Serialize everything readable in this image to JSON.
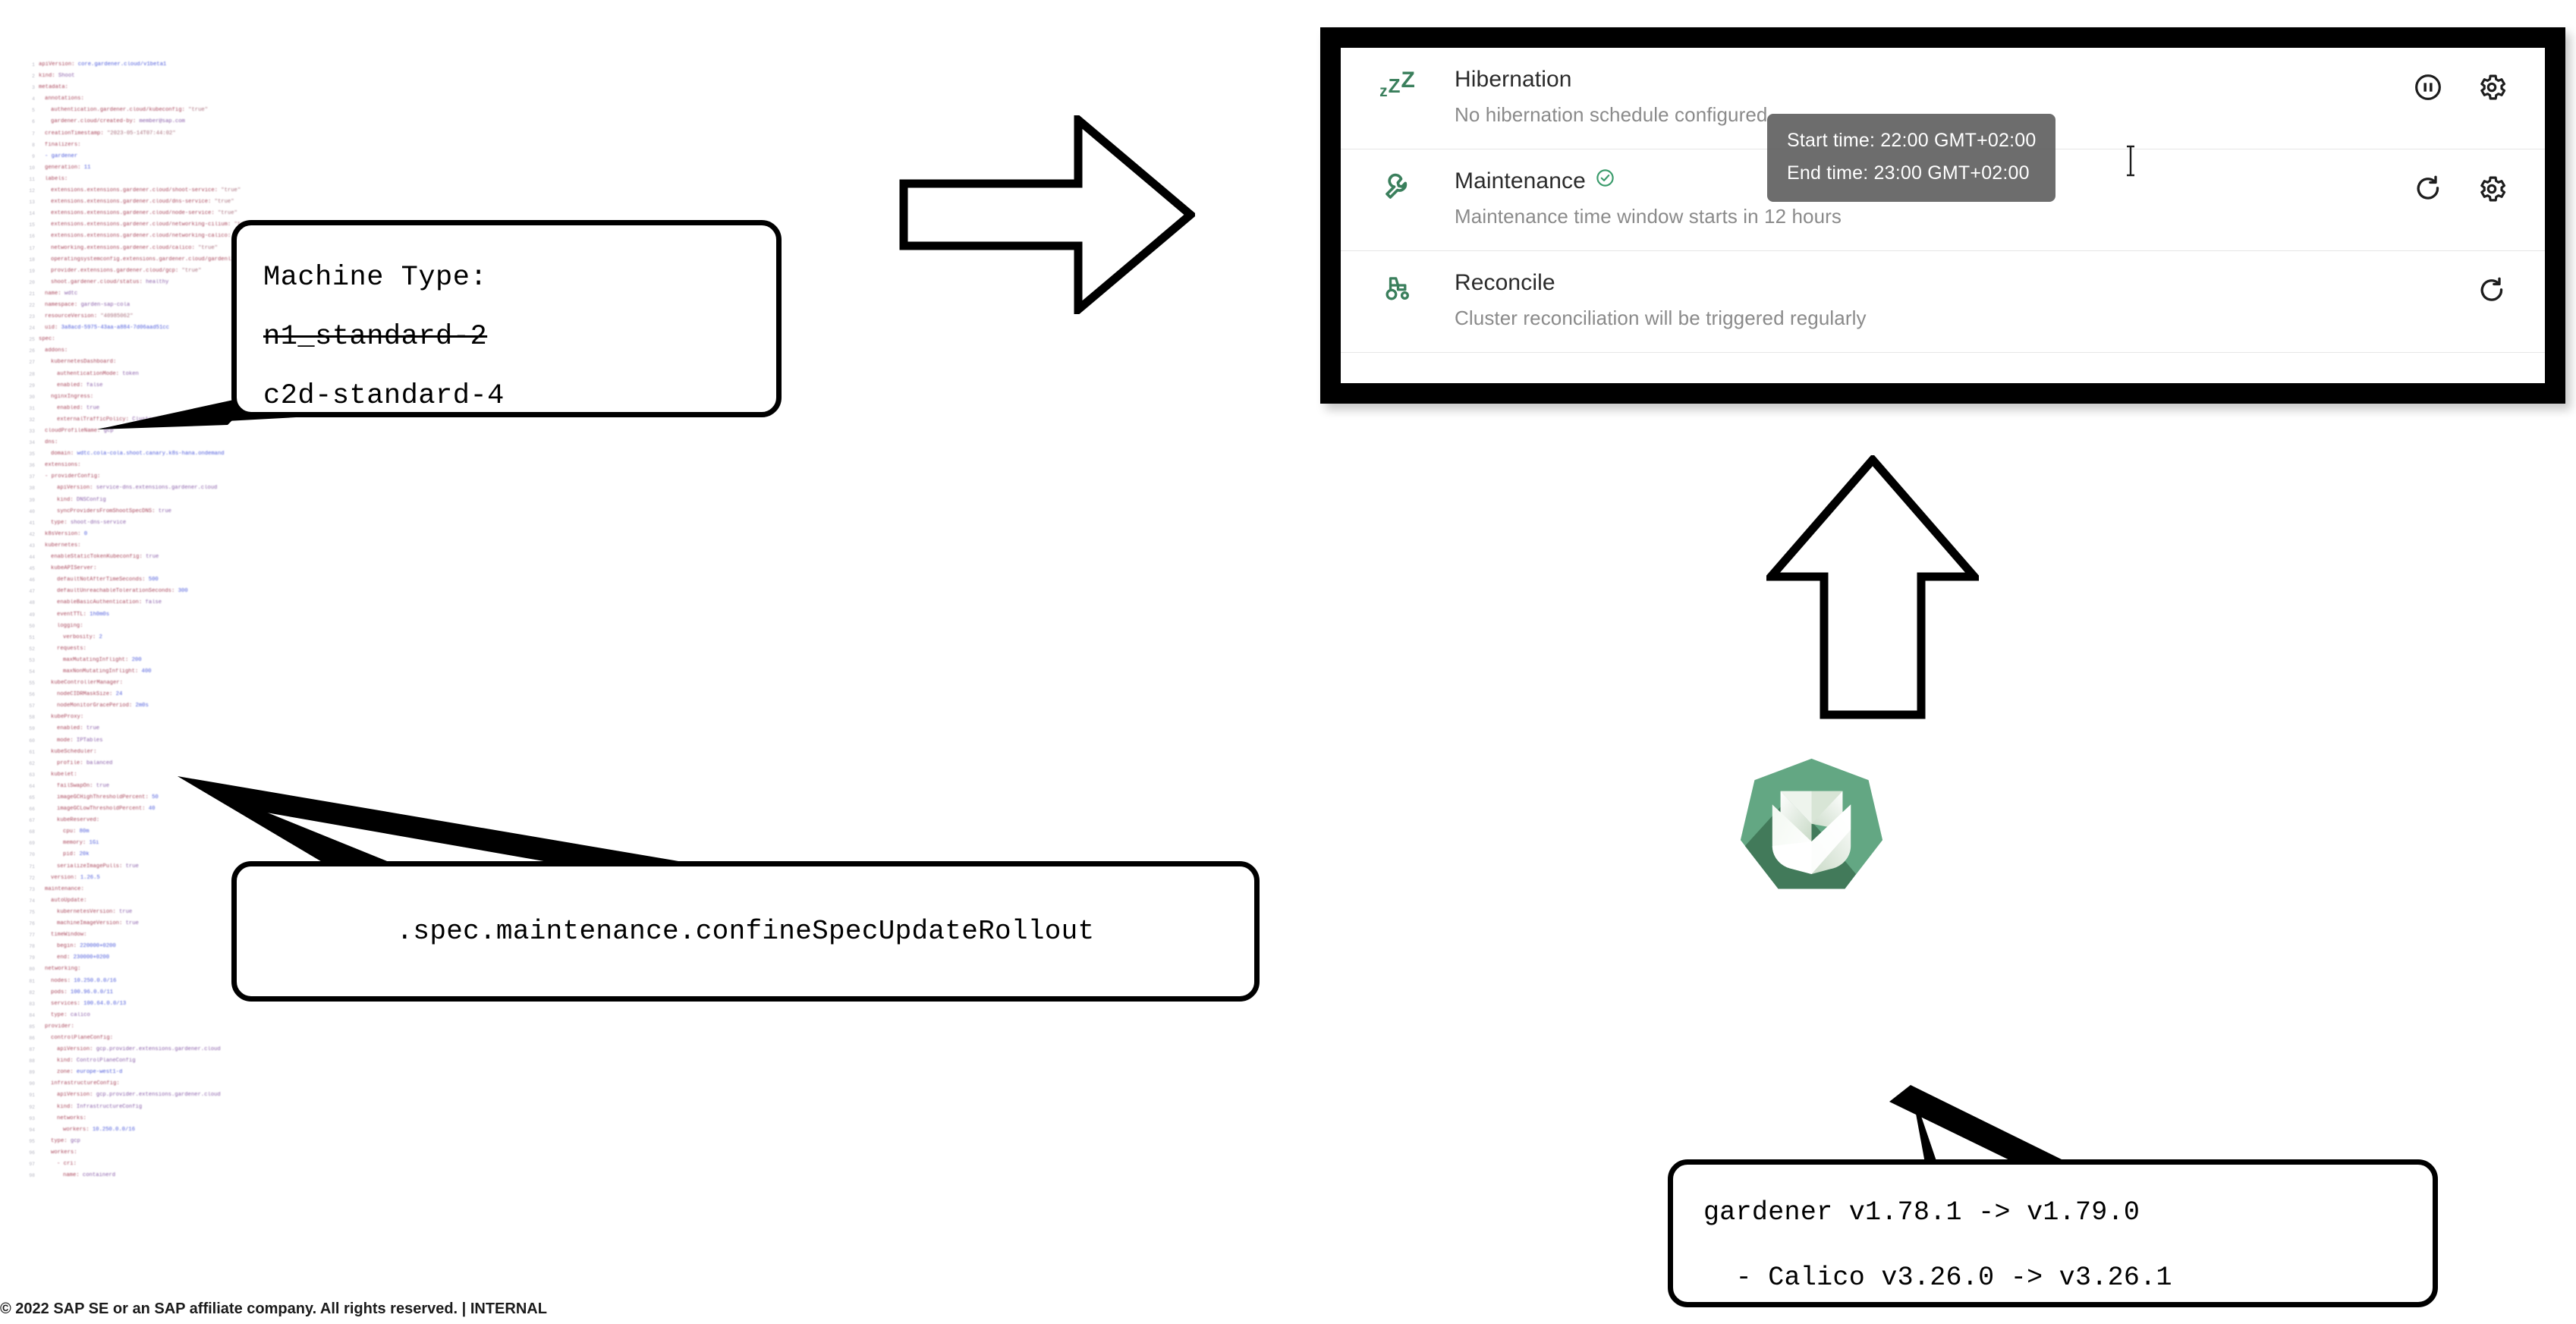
{
  "footer": {
    "text": "© 2022 SAP SE or an SAP affiliate company. All rights reserved.  |  INTERNAL"
  },
  "callouts": {
    "machine_type": {
      "title": "Machine Type:",
      "old_value": "n1_standard-2",
      "new_value": "c2d-standard-4"
    },
    "confine_spec": {
      "path": ".spec.maintenance.confineSpecUpdateRollout"
    },
    "versions": {
      "line1": "gardener v1.78.1 -> v1.79.0",
      "line2": "  - Calico v3.26.0 -> v3.26.1"
    }
  },
  "arrows": {
    "right_arrow_name": "block-arrow-right",
    "up_arrow_name": "block-arrow-up"
  },
  "cluster_card": {
    "rows": [
      {
        "id": "hibernation",
        "icon": "zzz-icon",
        "title": "Hibernation",
        "subtitle": "No hibernation schedule configured",
        "status_icon": null,
        "actions": [
          "pause-icon",
          "gear-icon"
        ]
      },
      {
        "id": "maintenance",
        "icon": "wrench-icon",
        "title": "Maintenance",
        "subtitle": "Maintenance time window starts in 12 hours",
        "status_icon": "check-circle-icon",
        "actions": [
          "refresh-icon",
          "gear-icon"
        ]
      },
      {
        "id": "reconcile",
        "icon": "tractor-icon",
        "title": "Reconcile",
        "subtitle": "Cluster reconciliation will be triggered regularly",
        "status_icon": null,
        "actions": [
          "refresh-icon"
        ]
      }
    ],
    "tooltip": {
      "start": "Start time: 22:00 GMT+02:00",
      "end": "End time: 23:00 GMT+02:00"
    }
  },
  "logo": {
    "name": "gardener-logo",
    "colors": {
      "heptagon": "#63a783",
      "shadow": "#3c7254",
      "petal_light": "#ffffff",
      "petal_mid": "#e8f0e6",
      "petal_dark": "#c9d9c6"
    }
  },
  "theme": {
    "accent_green": "#3a7f5c",
    "card_border": "#000000",
    "tooltip_bg": "#616161",
    "title_color": "#2b2b2b",
    "subtitle_color": "#8a8a8a",
    "divider": "#e6e6e6"
  },
  "code_listing": {
    "name": "yaml-shoot-manifest",
    "first_line_number": 1,
    "line_count": 98,
    "lines": [
      {
        "n": 1,
        "i": 0,
        "t": "apiVersion: core.gardener.cloud/v1beta1"
      },
      {
        "n": 2,
        "i": 0,
        "t": "kind: Shoot"
      },
      {
        "n": 3,
        "i": 0,
        "t": "metadata:"
      },
      {
        "n": 4,
        "i": 1,
        "t": "annotations:"
      },
      {
        "n": 5,
        "i": 2,
        "t": "authentication.gardener.cloud/kubeconfig: \"true\""
      },
      {
        "n": 6,
        "i": 2,
        "t": "gardener.cloud/created-by: member@sap.com"
      },
      {
        "n": 7,
        "i": 1,
        "t": "creationTimestamp: \"2023-05-14T07:44:02\""
      },
      {
        "n": 8,
        "i": 1,
        "t": "finalizers:"
      },
      {
        "n": 9,
        "i": 1,
        "t": "- gardener"
      },
      {
        "n": 10,
        "i": 1,
        "t": "generation: 11"
      },
      {
        "n": 11,
        "i": 1,
        "t": "labels:"
      },
      {
        "n": 12,
        "i": 2,
        "t": "extensions.extensions.gardener.cloud/shoot-service: \"true\""
      },
      {
        "n": 13,
        "i": 2,
        "t": "extensions.extensions.gardener.cloud/dns-service: \"true\""
      },
      {
        "n": 14,
        "i": 2,
        "t": "extensions.extensions.gardener.cloud/node-service: \"true\""
      },
      {
        "n": 15,
        "i": 2,
        "t": "extensions.extensions.gardener.cloud/networking-cilium: \"true\""
      },
      {
        "n": 16,
        "i": 2,
        "t": "extensions.extensions.gardener.cloud/networking-calico: \"true\""
      },
      {
        "n": 17,
        "i": 2,
        "t": "networking.extensions.gardener.cloud/calico: \"true\""
      },
      {
        "n": 18,
        "i": 2,
        "t": "operatingsystemconfig.extensions.gardener.cloud/gardenlinux: \"true\""
      },
      {
        "n": 19,
        "i": 2,
        "t": "provider.extensions.gardener.cloud/gcp: \"true\""
      },
      {
        "n": 20,
        "i": 2,
        "t": "shoot.gardener.cloud/status: healthy"
      },
      {
        "n": 21,
        "i": 1,
        "t": "name: wdtc"
      },
      {
        "n": 22,
        "i": 1,
        "t": "namespace: garden-sap-cola"
      },
      {
        "n": 23,
        "i": 1,
        "t": "resourceVersion: \"40985062\""
      },
      {
        "n": 24,
        "i": 1,
        "t": "uid: 3a8acd-5975-43aa-a884-7d06aad51cc"
      },
      {
        "n": 25,
        "i": 0,
        "t": "spec:"
      },
      {
        "n": 26,
        "i": 1,
        "t": "addons:"
      },
      {
        "n": 27,
        "i": 2,
        "t": "kubernetesDashboard:"
      },
      {
        "n": 28,
        "i": 3,
        "t": "authenticationMode: token"
      },
      {
        "n": 29,
        "i": 3,
        "t": "enabled: false"
      },
      {
        "n": 30,
        "i": 2,
        "t": "nginxIngress:"
      },
      {
        "n": 31,
        "i": 3,
        "t": "enabled: true"
      },
      {
        "n": 32,
        "i": 3,
        "t": "externalTrafficPolicy: Cluster"
      },
      {
        "n": 33,
        "i": 1,
        "t": "cloudProfileName: gcp"
      },
      {
        "n": 34,
        "i": 1,
        "t": "dns:"
      },
      {
        "n": 35,
        "i": 2,
        "t": "domain: wdtc.cola-cola.shoot.canary.k8s-hana.ondemand"
      },
      {
        "n": 36,
        "i": 1,
        "t": "extensions:"
      },
      {
        "n": 37,
        "i": 1,
        "t": "- providerConfig:"
      },
      {
        "n": 38,
        "i": 3,
        "t": "apiVersion: service-dns.extensions.gardener.cloud"
      },
      {
        "n": 39,
        "i": 3,
        "t": "kind: DNSConfig"
      },
      {
        "n": 40,
        "i": 3,
        "t": "syncProvidersFromShootSpecDNS: true"
      },
      {
        "n": 41,
        "i": 2,
        "t": "type: shoot-dns-service"
      },
      {
        "n": 42,
        "i": 1,
        "t": "k8sVersion: 0"
      },
      {
        "n": 43,
        "i": 1,
        "t": "kubernetes:"
      },
      {
        "n": 44,
        "i": 2,
        "t": "enableStaticTokenKubeconfig: true"
      },
      {
        "n": 45,
        "i": 2,
        "t": "kubeAPIServer:"
      },
      {
        "n": 46,
        "i": 3,
        "t": "defaultNotAfterTimeSeconds: 500"
      },
      {
        "n": 47,
        "i": 3,
        "t": "defaultUnreachableTolerationSeconds: 300"
      },
      {
        "n": 48,
        "i": 3,
        "t": "enableBasicAuthentication: false"
      },
      {
        "n": 49,
        "i": 3,
        "t": "eventTTL: 1h0m0s"
      },
      {
        "n": 50,
        "i": 3,
        "t": "logging:"
      },
      {
        "n": 51,
        "i": 4,
        "t": "verbosity: 2"
      },
      {
        "n": 52,
        "i": 3,
        "t": "requests:"
      },
      {
        "n": 53,
        "i": 4,
        "t": "maxMutatingInflight: 200"
      },
      {
        "n": 54,
        "i": 4,
        "t": "maxNonMutatingInflight: 400"
      },
      {
        "n": 55,
        "i": 2,
        "t": "kubeControllerManager:"
      },
      {
        "n": 56,
        "i": 3,
        "t": "nodeCIDRMaskSize: 24"
      },
      {
        "n": 57,
        "i": 3,
        "t": "nodeMonitorGracePeriod: 2m0s"
      },
      {
        "n": 58,
        "i": 2,
        "t": "kubeProxy:"
      },
      {
        "n": 59,
        "i": 3,
        "t": "enabled: true"
      },
      {
        "n": 60,
        "i": 3,
        "t": "mode: IPTables"
      },
      {
        "n": 61,
        "i": 2,
        "t": "kubeScheduler:"
      },
      {
        "n": 62,
        "i": 3,
        "t": "profile: balanced"
      },
      {
        "n": 63,
        "i": 2,
        "t": "kubelet:"
      },
      {
        "n": 64,
        "i": 3,
        "t": "failSwapOn: true"
      },
      {
        "n": 65,
        "i": 3,
        "t": "imageGCHighThresholdPercent: 50"
      },
      {
        "n": 66,
        "i": 3,
        "t": "imageGCLowThresholdPercent: 40"
      },
      {
        "n": 67,
        "i": 3,
        "t": "kubeReserved:"
      },
      {
        "n": 68,
        "i": 4,
        "t": "cpu: 80m"
      },
      {
        "n": 69,
        "i": 4,
        "t": "memory: 1Gi"
      },
      {
        "n": 70,
        "i": 4,
        "t": "pid: 20k"
      },
      {
        "n": 71,
        "i": 3,
        "t": "serializeImagePulls: true"
      },
      {
        "n": 72,
        "i": 2,
        "t": "version: 1.26.5"
      },
      {
        "n": 73,
        "i": 1,
        "t": "maintenance:"
      },
      {
        "n": 74,
        "i": 2,
        "t": "autoUpdate:"
      },
      {
        "n": 75,
        "i": 3,
        "t": "kubernetesVersion: true"
      },
      {
        "n": 76,
        "i": 3,
        "t": "machineImageVersion: true"
      },
      {
        "n": 77,
        "i": 2,
        "t": "timeWindow:"
      },
      {
        "n": 78,
        "i": 3,
        "t": "begin: 220000+0200"
      },
      {
        "n": 79,
        "i": 3,
        "t": "end: 230000+0200"
      },
      {
        "n": 80,
        "i": 1,
        "t": "networking:"
      },
      {
        "n": 81,
        "i": 2,
        "t": "nodes: 10.250.0.0/16"
      },
      {
        "n": 82,
        "i": 2,
        "t": "pods: 100.96.0.0/11"
      },
      {
        "n": 83,
        "i": 2,
        "t": "services: 100.64.0.0/13"
      },
      {
        "n": 84,
        "i": 2,
        "t": "type: calico"
      },
      {
        "n": 85,
        "i": 1,
        "t": "provider:"
      },
      {
        "n": 86,
        "i": 2,
        "t": "controlPlaneConfig:"
      },
      {
        "n": 87,
        "i": 3,
        "t": "apiVersion: gcp.provider.extensions.gardener.cloud"
      },
      {
        "n": 88,
        "i": 3,
        "t": "kind: ControlPlaneConfig"
      },
      {
        "n": 89,
        "i": 3,
        "t": "zone: europe-west1-d"
      },
      {
        "n": 90,
        "i": 2,
        "t": "infrastructureConfig:"
      },
      {
        "n": 91,
        "i": 3,
        "t": "apiVersion: gcp.provider.extensions.gardener.cloud"
      },
      {
        "n": 92,
        "i": 3,
        "t": "kind: InfrastructureConfig"
      },
      {
        "n": 93,
        "i": 3,
        "t": "networks:"
      },
      {
        "n": 94,
        "i": 4,
        "t": "workers: 10.250.0.0/16"
      },
      {
        "n": 95,
        "i": 2,
        "t": "type: gcp"
      },
      {
        "n": 96,
        "i": 2,
        "t": "workers:"
      },
      {
        "n": 97,
        "i": 3,
        "t": "- cri:"
      },
      {
        "n": 98,
        "i": 4,
        "t": "name: containerd"
      }
    ]
  }
}
